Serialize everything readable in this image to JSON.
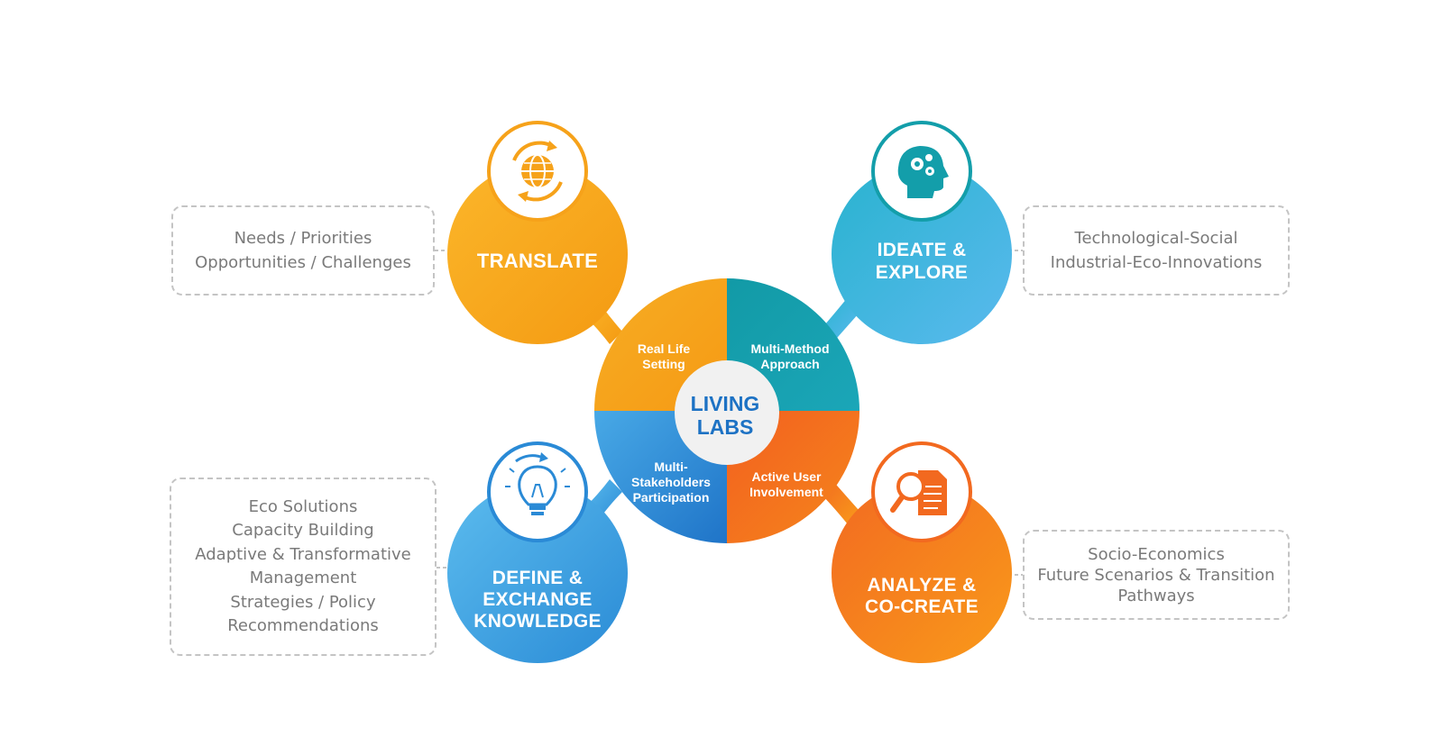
{
  "center": {
    "line1": "LIVING",
    "line2": "LABS"
  },
  "quadrants": {
    "top_left": [
      "Real Life",
      "Setting"
    ],
    "top_right": [
      "Multi-Method",
      "Approach"
    ],
    "bottom_left": [
      "Multi-",
      "Stakeholders",
      "Participation"
    ],
    "bottom_right": [
      "Active User",
      "Involvement"
    ]
  },
  "bubbles": {
    "translate": {
      "title": [
        "TRANSLATE"
      ],
      "icon": "globe-cycle-icon"
    },
    "ideate": {
      "title": [
        "IDEATE &",
        "EXPLORE"
      ],
      "icon": "head-gears-icon"
    },
    "define": {
      "title": [
        "DEFINE &",
        "EXCHANGE",
        "KNOWLEDGE"
      ],
      "icon": "lightbulb-icon"
    },
    "analyze": {
      "title": [
        "ANALYZE &",
        "CO-CREATE"
      ],
      "icon": "magnifier-document-icon"
    }
  },
  "notes": {
    "top_left": [
      "Needs / Priorities",
      "Opportunities / Challenges"
    ],
    "top_right": [
      "Technological-Social",
      "Industrial-Eco-Innovations"
    ],
    "bottom_left": [
      "Eco Solutions",
      "Capacity Building",
      "Adaptive & Transformative",
      "Management",
      "Strategies / Policy",
      "Recommendations"
    ],
    "bottom_right": [
      "Socio-Economics",
      "Future Scenarios & Transition",
      "Pathways"
    ]
  },
  "colors": {
    "orange": "#f9a51b",
    "teal": "#17a0b5",
    "blue": "#3aa0de",
    "red_orange": "#f26b21",
    "center_text": "#1d72c4"
  }
}
